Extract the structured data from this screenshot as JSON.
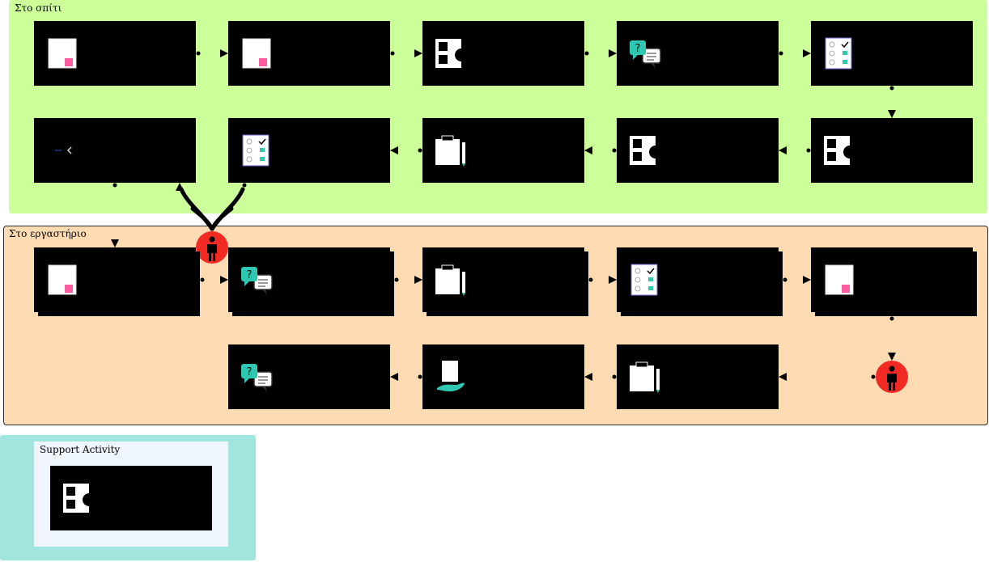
{
  "lanes": {
    "home": {
      "label": "Στο σπίτι",
      "color": "#ccff99"
    },
    "workshop": {
      "label": "Στο εργαστήριο",
      "color": "#ffdbb3"
    },
    "support": {
      "color": "#a0e6de"
    },
    "support_activity": {
      "label": "Support Activity",
      "color": "#eef5fc"
    }
  },
  "icons": {
    "document": "document-icon",
    "shapes": "shapes-icon",
    "chat": "question-chat-icon",
    "checklist": "checklist-icon",
    "clipboard": "clipboard-pencil-icon",
    "hand": "hand-document-icon",
    "person": "person-icon"
  },
  "colors": {
    "actor": "#f22a24",
    "accent_teal": "#2ec7b2",
    "accent_pink": "#ff5ba0",
    "card": "#000000"
  }
}
